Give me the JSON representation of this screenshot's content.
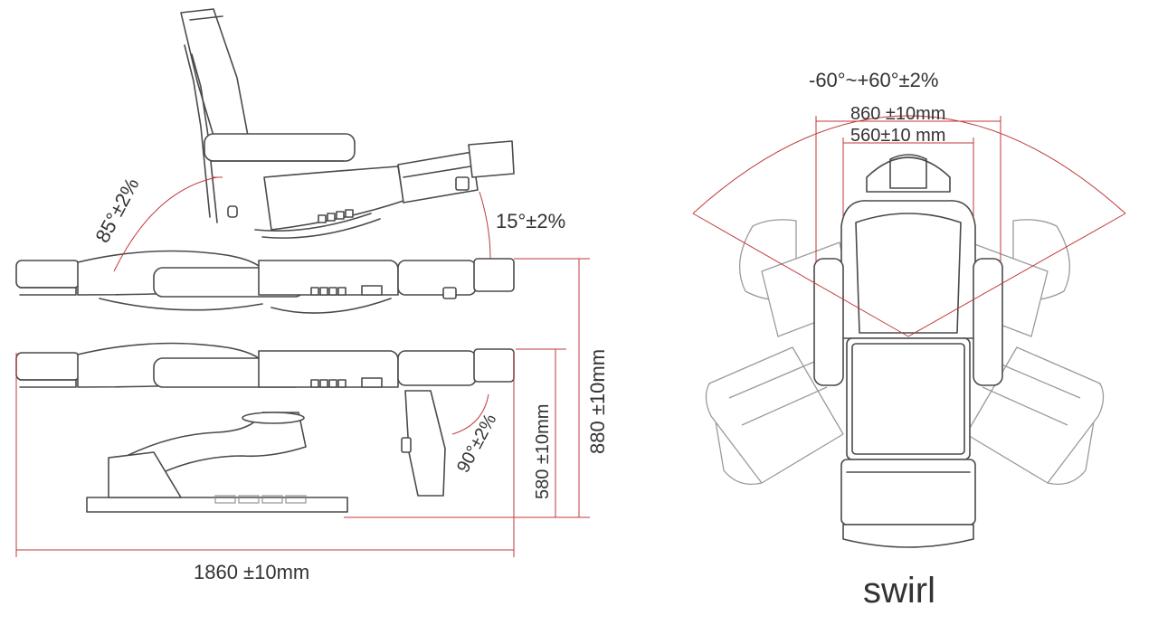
{
  "colors": {
    "line": "#4a4a4a",
    "dimension": "#c0393b",
    "text": "#333333",
    "background": "#ffffff"
  },
  "labels": {
    "backrest_angle": "85°±2%",
    "legrest_angle": "15°±2%",
    "footrest_angle": "90°±2%",
    "height_max": "880 ±10mm",
    "height_min": "580 ±10mm",
    "length": "1860 ±10mm",
    "swivel_angle": "-60°~+60°±2%",
    "width_outer": "860 ±10mm",
    "width_inner": "560±10 mm",
    "view_title": "swirl"
  }
}
